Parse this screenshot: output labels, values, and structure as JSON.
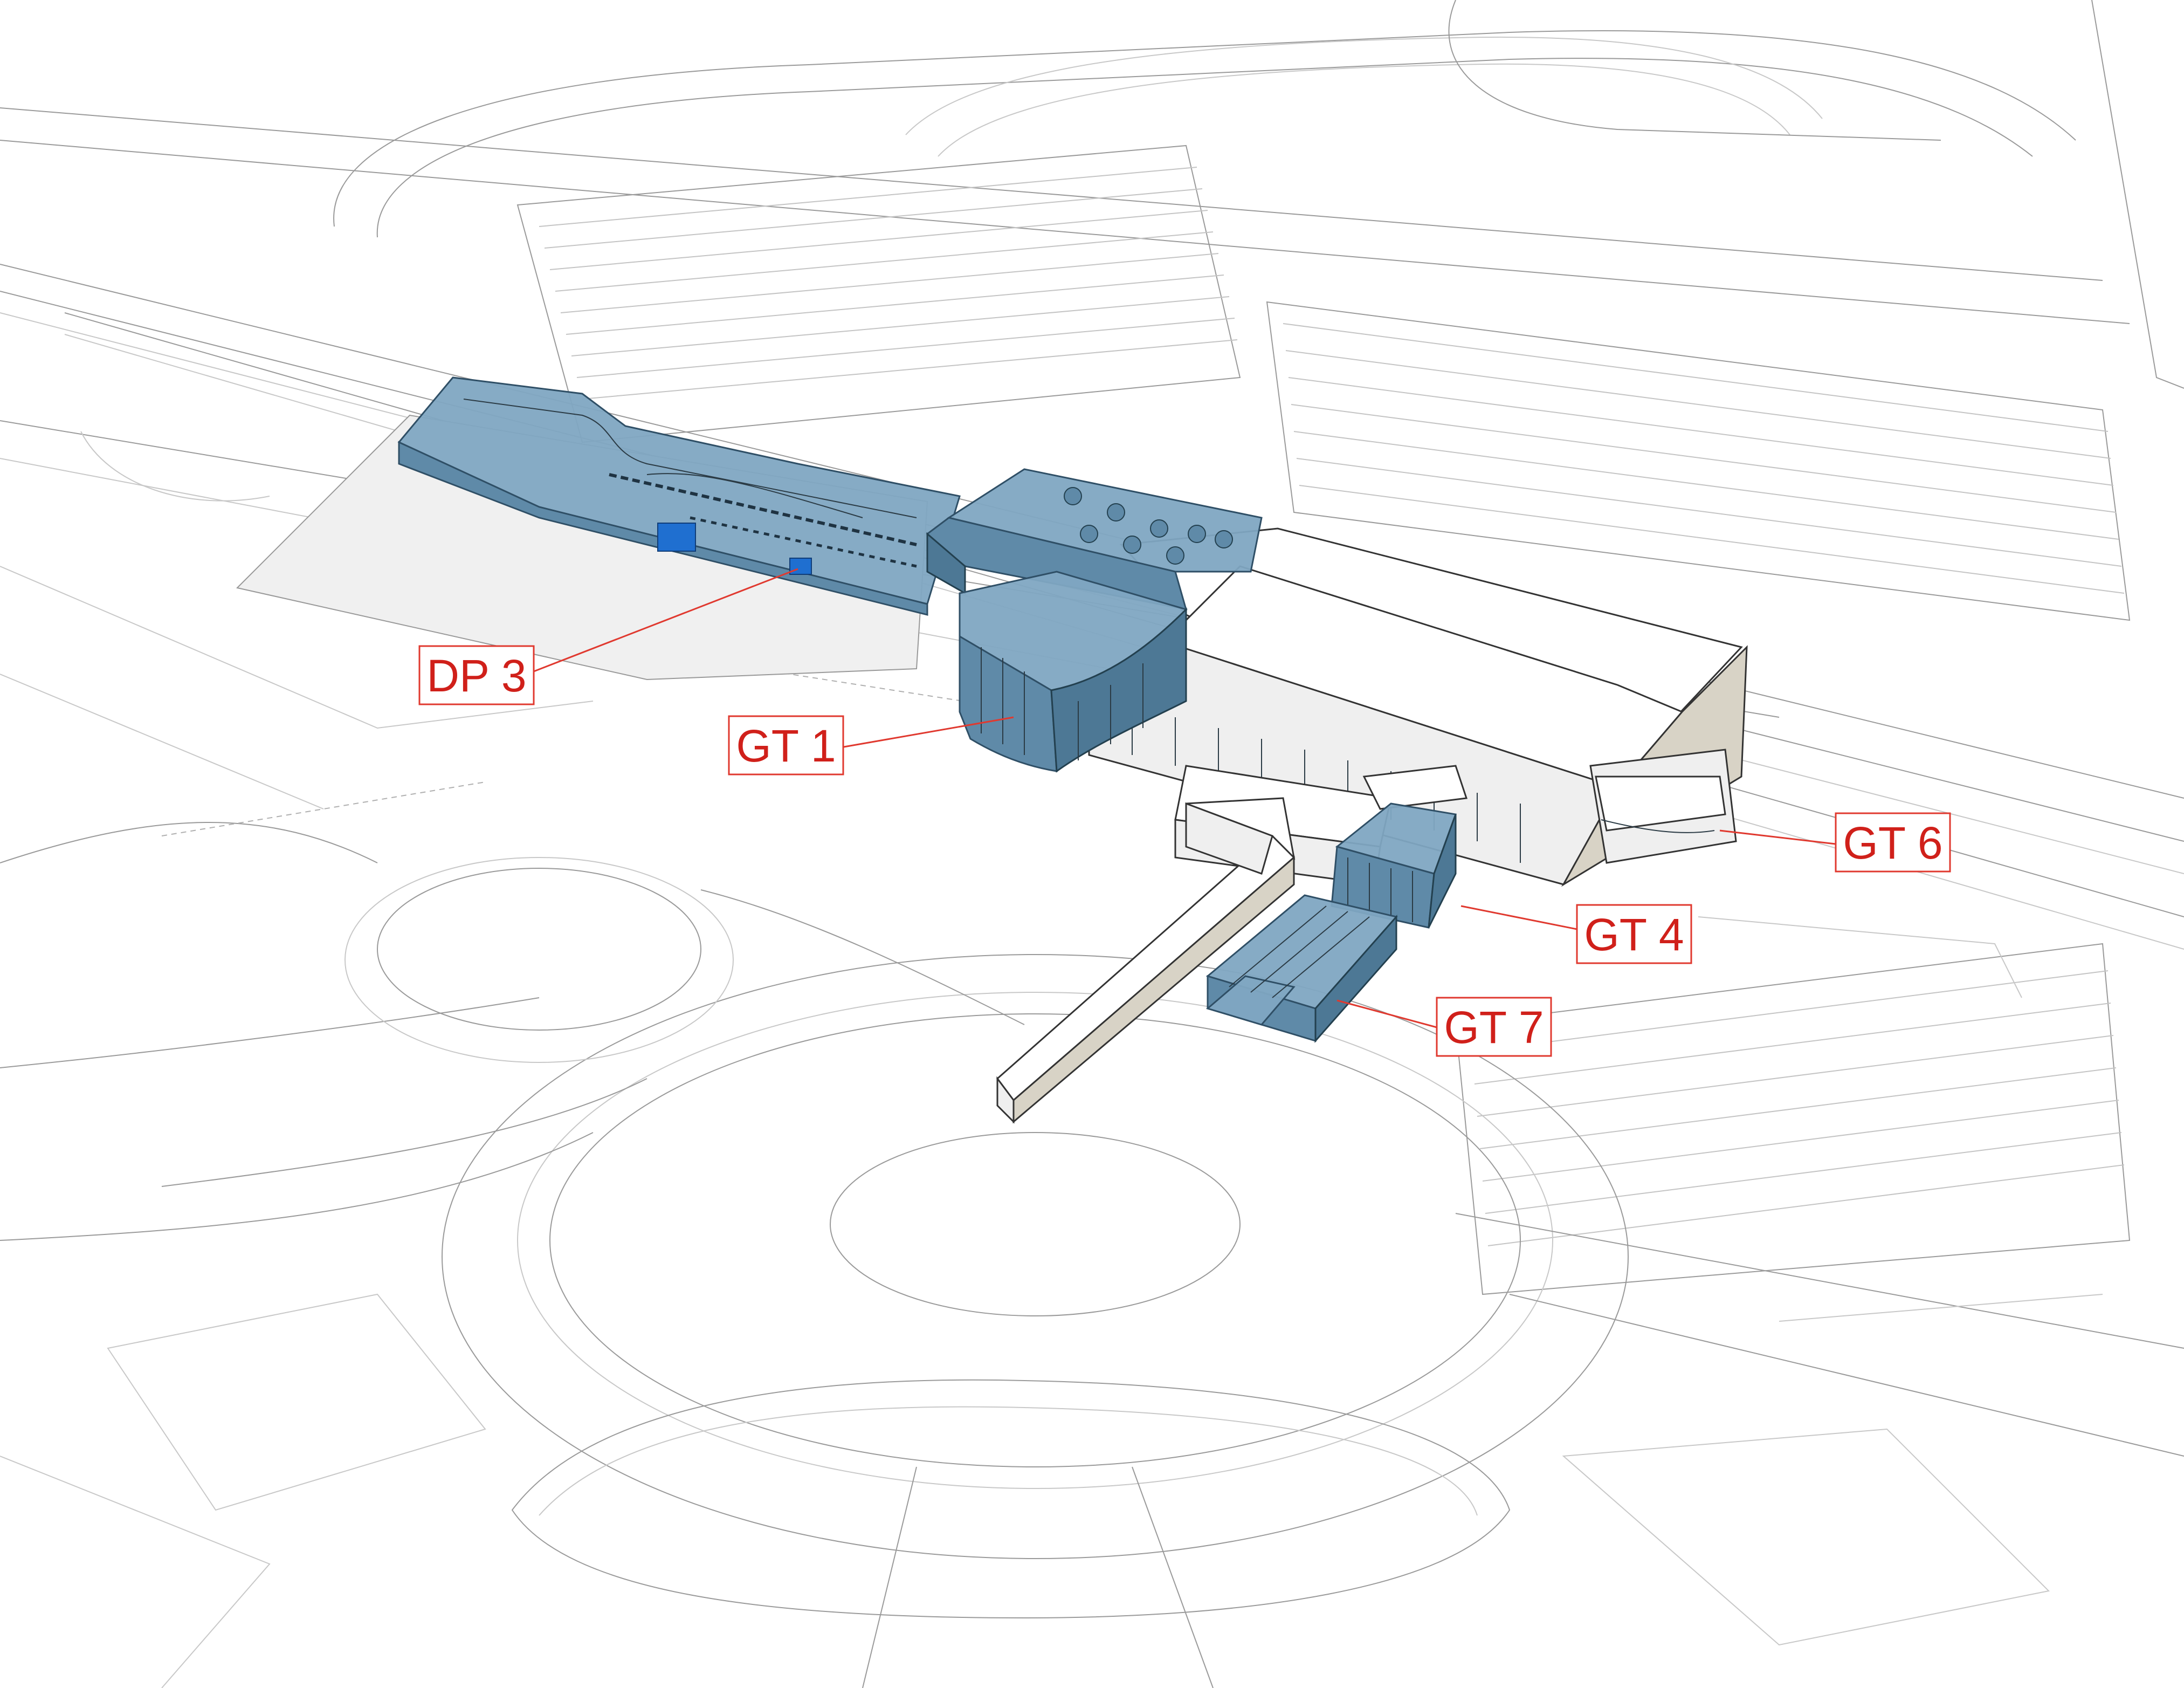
{
  "callouts": [
    {
      "id": "dp3",
      "label": "DP 3"
    },
    {
      "id": "gt1",
      "label": "GT 1"
    },
    {
      "id": "gt6",
      "label": "GT 6"
    },
    {
      "id": "gt4",
      "label": "GT 4"
    },
    {
      "id": "gt7",
      "label": "GT 7"
    }
  ],
  "colors": {
    "highlight_fill": "#7fa6c2",
    "highlight_dark": "#4d7895",
    "highlight_bright": "#1f6fd0",
    "callout_red": "#d0201a",
    "linework_gray": "#9a9a9a"
  }
}
